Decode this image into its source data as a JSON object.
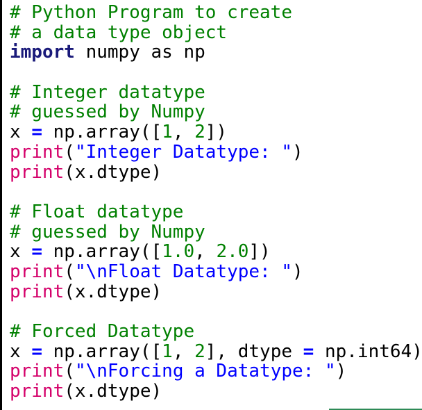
{
  "colors": {
    "background": "#ffffff",
    "comment": "#008000",
    "keyword": "#1a1a7a",
    "function": "#d4006a",
    "string": "#0000ff",
    "number": "#008000",
    "operator": "#0000ff",
    "text": "#000000"
  },
  "code": {
    "lines": [
      [
        {
          "t": "cm",
          "v": "# Python Program to create"
        }
      ],
      [
        {
          "t": "cm",
          "v": "# a data type object"
        }
      ],
      [
        {
          "t": "kw",
          "v": "import"
        },
        {
          "t": "tx",
          "v": " numpy as np"
        }
      ],
      [],
      [
        {
          "t": "cm",
          "v": "# Integer datatype"
        }
      ],
      [
        {
          "t": "cm",
          "v": "# guessed by Numpy"
        }
      ],
      [
        {
          "t": "tx",
          "v": "x "
        },
        {
          "t": "op",
          "v": "="
        },
        {
          "t": "tx",
          "v": " np.array(["
        },
        {
          "t": "nu",
          "v": "1"
        },
        {
          "t": "tx",
          "v": ", "
        },
        {
          "t": "nu",
          "v": "2"
        },
        {
          "t": "tx",
          "v": "])"
        }
      ],
      [
        {
          "t": "fn",
          "v": "print"
        },
        {
          "t": "tx",
          "v": "("
        },
        {
          "t": "st",
          "v": "\"Integer Datatype: \""
        },
        {
          "t": "tx",
          "v": ")"
        }
      ],
      [
        {
          "t": "fn",
          "v": "print"
        },
        {
          "t": "tx",
          "v": "(x.dtype)"
        }
      ],
      [],
      [
        {
          "t": "cm",
          "v": "# Float datatype"
        }
      ],
      [
        {
          "t": "cm",
          "v": "# guessed by Numpy"
        }
      ],
      [
        {
          "t": "tx",
          "v": "x "
        },
        {
          "t": "op",
          "v": "="
        },
        {
          "t": "tx",
          "v": " np.array(["
        },
        {
          "t": "nu",
          "v": "1.0"
        },
        {
          "t": "tx",
          "v": ", "
        },
        {
          "t": "nu",
          "v": "2.0"
        },
        {
          "t": "tx",
          "v": "])"
        }
      ],
      [
        {
          "t": "fn",
          "v": "print"
        },
        {
          "t": "tx",
          "v": "("
        },
        {
          "t": "st",
          "v": "\"\\nFloat Datatype: \""
        },
        {
          "t": "tx",
          "v": ")"
        }
      ],
      [
        {
          "t": "fn",
          "v": "print"
        },
        {
          "t": "tx",
          "v": "(x.dtype)"
        }
      ],
      [],
      [
        {
          "t": "cm",
          "v": "# Forced Datatype"
        }
      ],
      [
        {
          "t": "tx",
          "v": "x "
        },
        {
          "t": "op",
          "v": "="
        },
        {
          "t": "tx",
          "v": " np.array(["
        },
        {
          "t": "nu",
          "v": "1"
        },
        {
          "t": "tx",
          "v": ", "
        },
        {
          "t": "nu",
          "v": "2"
        },
        {
          "t": "tx",
          "v": "], dtype "
        },
        {
          "t": "op",
          "v": "="
        },
        {
          "t": "tx",
          "v": " np.int64)"
        }
      ],
      [
        {
          "t": "fn",
          "v": "print"
        },
        {
          "t": "tx",
          "v": "("
        },
        {
          "t": "st",
          "v": "\"\\nForcing a Datatype: \""
        },
        {
          "t": "tx",
          "v": ")"
        }
      ],
      [
        {
          "t": "fn",
          "v": "print"
        },
        {
          "t": "tx",
          "v": "(x.dtype)"
        }
      ]
    ]
  }
}
